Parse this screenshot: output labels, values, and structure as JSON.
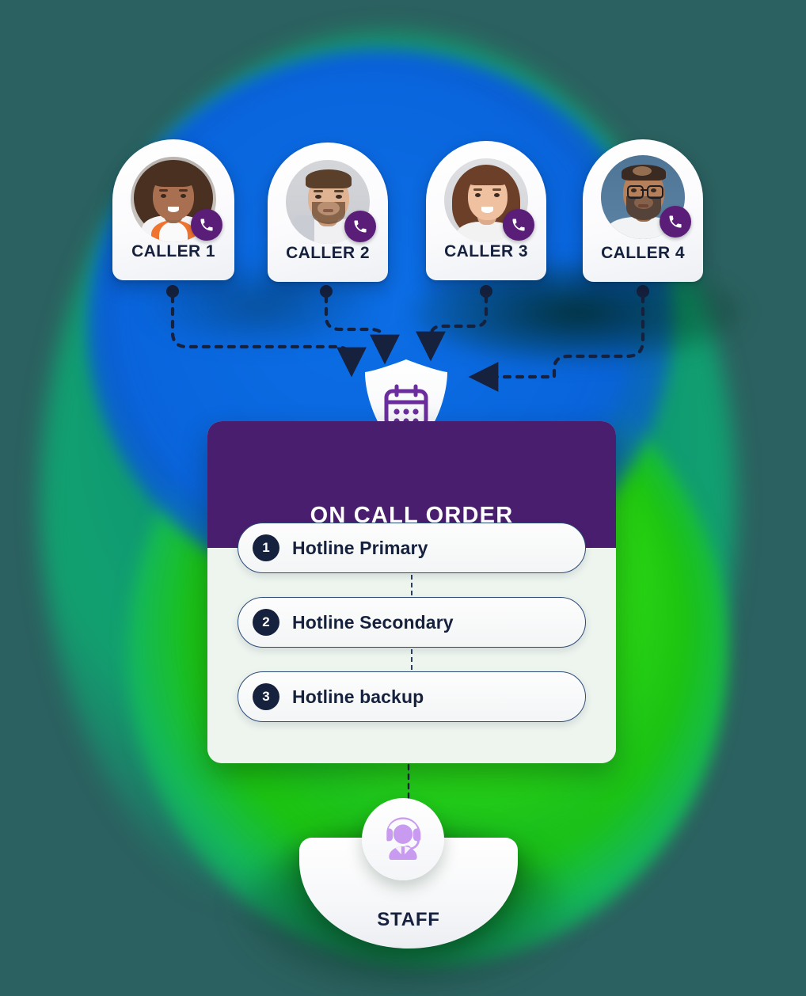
{
  "diagram": {
    "title": "On Call Order routing diagram",
    "colors": {
      "purple_header": "#4A1E6E",
      "phone_badge_purple": "#5B1E78",
      "navy_badge": "#16213E",
      "panel_body": "#EEF5EF",
      "blue_blob": "#0A68E0",
      "green_blob": "#25CF0D",
      "teal_blob": "#0F9A72",
      "staff_icon_purple": "#C89BF0"
    }
  },
  "callers": [
    {
      "label": "CALLER 1",
      "icon": "phone-icon",
      "avatar": "avatar-woman-curly-hair"
    },
    {
      "label": "CALLER 2",
      "icon": "phone-icon",
      "avatar": "avatar-man-beard"
    },
    {
      "label": "CALLER 3",
      "icon": "phone-icon",
      "avatar": "avatar-woman-brown-hair"
    },
    {
      "label": "CALLER 4",
      "icon": "phone-icon",
      "avatar": "avatar-man-glasses"
    }
  ],
  "shield": {
    "icon": "calendar-shield-icon",
    "alt": "schedule shield"
  },
  "panel": {
    "title": "ON CALL ORDER",
    "rows": [
      {
        "number": "1",
        "label": "Hotline Primary"
      },
      {
        "number": "2",
        "label": "Hotline Secondary"
      },
      {
        "number": "3",
        "label": "Hotline backup"
      }
    ]
  },
  "staff": {
    "label": "STAFF",
    "icon": "headset-agent-icon"
  }
}
